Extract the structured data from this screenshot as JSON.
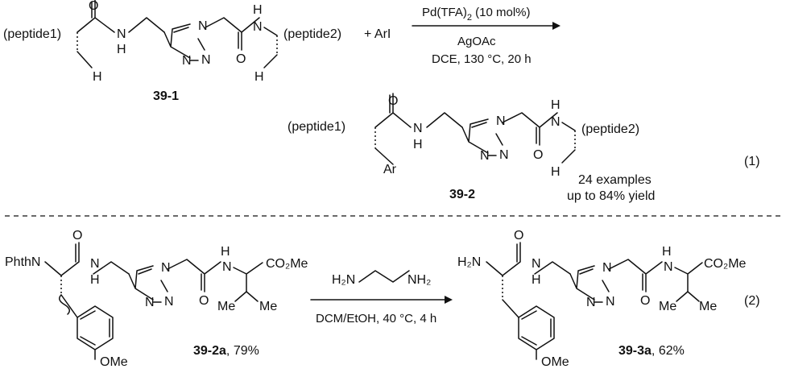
{
  "reaction1": {
    "substrate": {
      "left_group": "(peptide1)",
      "right_group": "(peptide2)",
      "o1": "O",
      "o2": "O",
      "nh_left": "N",
      "nh_left_h": "H",
      "nh_right": "N",
      "nh_right_h": "H",
      "ch_left_h": "H",
      "ch_right_h": "H",
      "triazole_n1": "N",
      "triazole_n2": "N",
      "triazole_n3": "N",
      "label": "39-1"
    },
    "reagent": "+ ArI",
    "catalyst_main": "Pd(TFA)",
    "catalyst_sub": "2",
    "catalyst_tail": " (10 mol%)",
    "additive": "AgOAc",
    "conditions": "DCE, 130 °C, 20 h",
    "product": {
      "left_group": "(peptide1)",
      "right_group": "(peptide2)",
      "aryl": "Ar",
      "label": "39-2"
    },
    "result_line1": "24 examples",
    "result_line2": "up to 84% yield",
    "equation_number": "(1)"
  },
  "reaction2": {
    "substrate": {
      "amine_group": "PhthN",
      "ester": "CO₂Me",
      "me_group": "Me",
      "methoxy": "OMe",
      "label": "39-2a",
      "yield": ", 79%"
    },
    "reagent": {
      "left_amine": "H₂N",
      "right_amine": "NH₂"
    },
    "conditions": "DCM/EtOH, 40 °C, 4 h",
    "product": {
      "amine_group": "H₂N",
      "ester": "CO₂Me",
      "me_group": "Me",
      "methoxy": "OMe",
      "label": "39-3a",
      "yield": ", 62%"
    },
    "equation_number": "(2)"
  }
}
